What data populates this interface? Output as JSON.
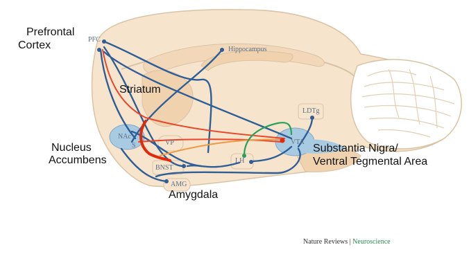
{
  "labels": {
    "prefrontal": "Prefrontal",
    "cortex": "Cortex",
    "striatum": "Striatum",
    "nucleus": "Nucleus",
    "accumbens": "Accumbens",
    "amygdala": "Amygdala",
    "substantia": "Substantia Nigra/",
    "vta_full": "Ventral Tegmental Area"
  },
  "regions": {
    "pfc": "PFC",
    "hippocampus": "Hippocampus",
    "ldtg": "LDTg",
    "nac": "NAc",
    "vp": "VP",
    "vta": "VTA",
    "lh": "LH",
    "bnst": "BNST",
    "amg": "AMG",
    "s": "S"
  },
  "credit": {
    "source": "Nature Reviews",
    "separator": "|",
    "journal": "Neuroscience"
  },
  "colors": {
    "brain_fill": "#f6e4cc",
    "brain_outline": "#d9c3a5",
    "cerebellum_fill": "#ffffff",
    "region_fill": "#a9cbe2",
    "pathway_blue": "#2f5e96",
    "pathway_red": "#e8452a",
    "pathway_orange": "#ee9a44",
    "pathway_green": "#27a05a",
    "highlight_red": "#e02a0b"
  }
}
